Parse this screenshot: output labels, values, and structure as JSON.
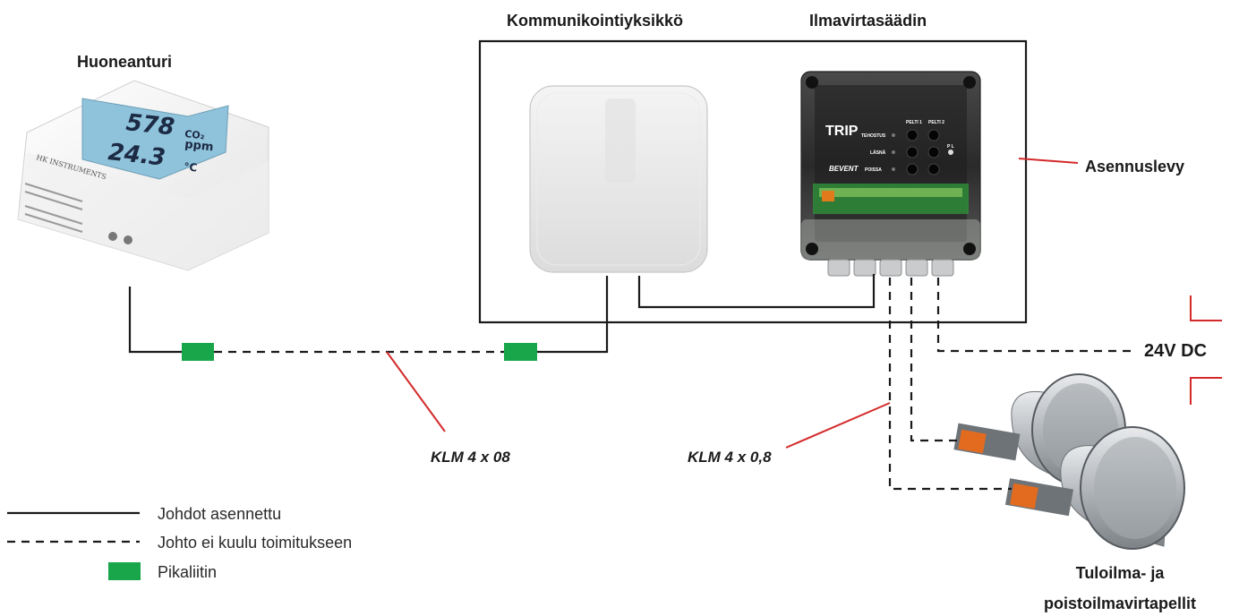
{
  "labels": {
    "room_sensor": "Huoneanturi",
    "comm_unit": "Kommunikointiyksikkö",
    "airflow_controller": "Ilmavirtasäädin",
    "mounting_plate": "Asennuslevy",
    "power": "24V DC",
    "cable_left": "KLM 4 x 08",
    "cable_right": "KLM 4 x 0,8",
    "dampers_line1": "Tuloilma- ja",
    "dampers_line2": "poistoilmavirtapellit"
  },
  "sensor_display": {
    "co2_value": "578",
    "co2_label": "CO₂",
    "co2_unit": "ppm",
    "temp_value": "24.3",
    "temp_unit": "°C",
    "brand": "HK INSTRUMENTS"
  },
  "controller_panel": {
    "title": "TRIP",
    "col1": "PELTI 1",
    "col2": "PELTI 2",
    "row1": "TEHOSTUS",
    "row2": "LÄSNÄ",
    "row3": "POISSA",
    "brand": "BEVENT",
    "pl": "P L"
  },
  "legend": {
    "installed": "Johdot asennettu",
    "not_included": "Johto ei kuulu toimitukseen",
    "connector": "Pikaliitin"
  },
  "colors": {
    "connector_green": "#19a64b",
    "pointer_red": "#d42a2a",
    "line_black": "#1a1a1a",
    "sensor_screen": "#8fc3dc"
  }
}
